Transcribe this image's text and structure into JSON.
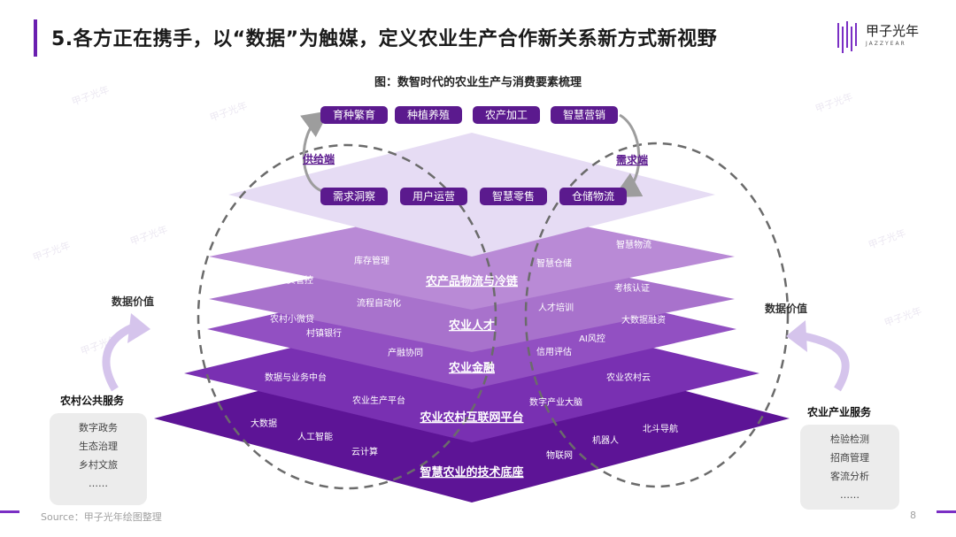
{
  "title": "5.各方正在携手，以“数据”为触媒，定义农业生产合作新关系新方式新视野",
  "logo": {
    "name": "甲子光年",
    "sub": "JAZZYEAR"
  },
  "figure_title": "图：数智时代的农业生产与消费要素梳理",
  "watermark": "甲子光年",
  "top_loop": {
    "supply_label": "供给端",
    "demand_label": "需求端",
    "upper_items": [
      "育种繁育",
      "种植养殖",
      "农产加工",
      "智慧营销"
    ],
    "lower_items": [
      "需求洞察",
      "用户运营",
      "智慧零售",
      "仓储物流"
    ]
  },
  "layers": [
    {
      "name": "农产品物流与冷链",
      "left": [
        "库存管理"
      ],
      "right": [
        "智慧仓储",
        "智慧物流"
      ]
    },
    {
      "name": "农业人才",
      "left": [
        "人资管控",
        "流程自动化"
      ],
      "right": [
        "人才培训",
        "考核认证"
      ]
    },
    {
      "name": "农业金融",
      "left": [
        "农村小微贷",
        "村镇银行",
        "产融协同"
      ],
      "right": [
        "AI风控",
        "信用评估",
        "大数据融资"
      ]
    },
    {
      "name": "农业农村互联网平台",
      "left": [
        "数据与业务中台",
        "农业生产平台"
      ],
      "right": [
        "数字产业大脑",
        "农业农村云"
      ]
    },
    {
      "name": "智慧农业的技术底座",
      "left": [
        "大数据",
        "人工智能",
        "云计算"
      ],
      "right": [
        "物联网",
        "机器人",
        "北斗导航"
      ]
    }
  ],
  "data_value_left": "数据价值",
  "data_value_right": "数据价值",
  "left_box": {
    "title": "农村公共服务",
    "items": [
      "数字政务",
      "生态治理",
      "乡村文旅",
      "……"
    ]
  },
  "right_box": {
    "title": "农业产业服务",
    "items": [
      "检验检测",
      "招商管理",
      "客流分析",
      "……"
    ]
  },
  "footer": {
    "source": "Source：甲子光年绘图整理",
    "page": "8"
  },
  "colors": {
    "accent": "#6a1fb0",
    "chip": "#5b1a8e",
    "layer_dark": "#5d1496",
    "layer_light": "#e6dcf4"
  }
}
